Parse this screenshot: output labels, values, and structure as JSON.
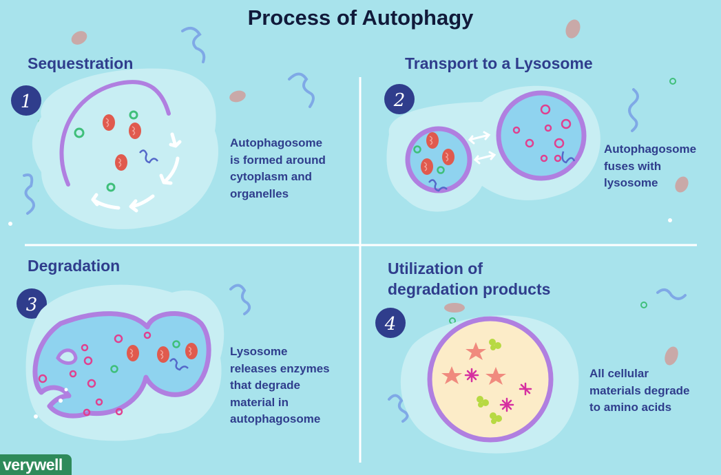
{
  "title": "Process of Autophagy",
  "steps": [
    {
      "number": "1",
      "heading": "Sequestration",
      "description": "Autophagosome\nis formed around\ncytoplasm and\norganelles"
    },
    {
      "number": "2",
      "heading": "Transport to a Lysosome",
      "description": "Autophagosome\nfuses with\nlysosome"
    },
    {
      "number": "3",
      "heading": "Degradation",
      "description": "Lysosome\nreleases enzymes\nthat degrade\nmaterial in\nautophagosome"
    },
    {
      "number": "4",
      "heading": "Utilization of\ndegradation products",
      "description": "All cellular\nmaterials degrade\nto amino acids"
    }
  ],
  "logo": "verywell",
  "colors": {
    "background": "#a8e3ec",
    "cytoplasm": "#c8eef3",
    "membrane": "#b07fe0",
    "vesicle_fill": "#8fd3ef",
    "mitochondria": "#e05a4e",
    "step_badge": "#2f3d8c",
    "text": "#2f3d8c",
    "logo": "#2e8a5a"
  }
}
